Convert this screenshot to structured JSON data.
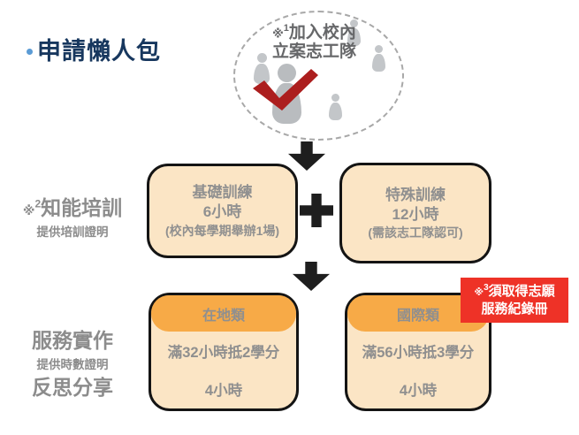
{
  "title": {
    "text": "申請懶人包"
  },
  "ellipse": {
    "marker": "※",
    "sup": "1",
    "line1": "加入校內",
    "line2": "立案志工隊"
  },
  "stage_training": {
    "label_marker": "※",
    "label_sup": "2",
    "label_title": "知能培訓",
    "label_subtitle": "提供培訓證明",
    "box_basic": {
      "line1": "基礎訓練",
      "line2": "6小時",
      "line3": "(校內每學期舉辦1場)"
    },
    "box_special": {
      "line1": "特殊訓練",
      "line2": "12小時",
      "line3": "(需該志工隊認可)"
    }
  },
  "stage_service": {
    "label_title": "服務實作",
    "label_subtitle": "提供時數證明",
    "label_title2": "反思分享",
    "box_local": {
      "header": "在地類",
      "line1": "滿32小時抵2學分",
      "line2": "4小時"
    },
    "box_international": {
      "header": "國際類",
      "line1": "滿56小時抵3學分",
      "line2": "4小時"
    },
    "badge": {
      "marker": "※",
      "sup": "3",
      "line1": "須取得志願",
      "line2": "服務紀錄冊"
    }
  },
  "colors": {
    "title_navy": "#17375E",
    "bullet_blue": "#5B9BD5",
    "box_fill": "#FBE5C5",
    "box_border": "#141414",
    "header_orange": "#F7AA47",
    "badge_red": "#EE3227",
    "check_red": "#AC1E1E",
    "gray_text": "#8E8E8E",
    "figure_gray": "#C3C6C9",
    "arrow_black": "#1E1E1E"
  }
}
